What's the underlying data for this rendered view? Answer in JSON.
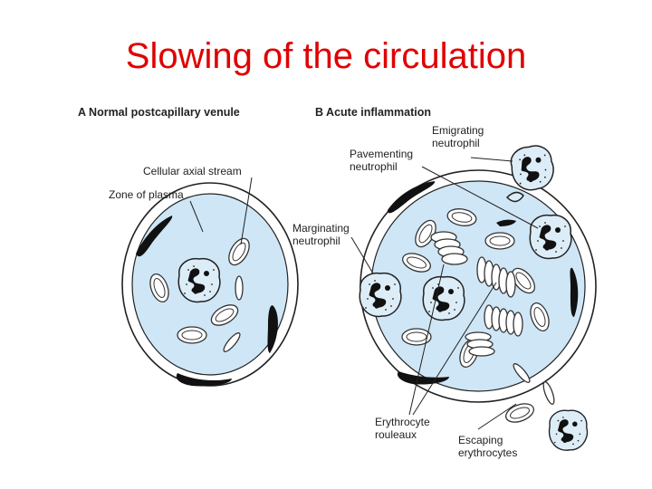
{
  "title": "Slowing of the circulation",
  "panel_a": {
    "heading": "A  Normal postcapillary venule",
    "labels": {
      "axial_stream": "Cellular axial stream",
      "plasma_zone": "Zone of plasma"
    }
  },
  "panel_b": {
    "heading": "B  Acute inflammation",
    "labels": {
      "emigrating_1": "Emigrating",
      "emigrating_2": "neutrophil",
      "pavementing_1": "Pavementing",
      "pavementing_2": "neutrophil",
      "marginating_1": "Marginating",
      "marginating_2": "neutrophil",
      "rouleaux_1": "Erythrocyte",
      "rouleaux_2": "rouleaux",
      "escaping_1": "Escaping",
      "escaping_2": "erythrocytes"
    }
  },
  "colors": {
    "title": "#e00000",
    "plasma": "#cfe6f6",
    "outline": "#222222"
  }
}
